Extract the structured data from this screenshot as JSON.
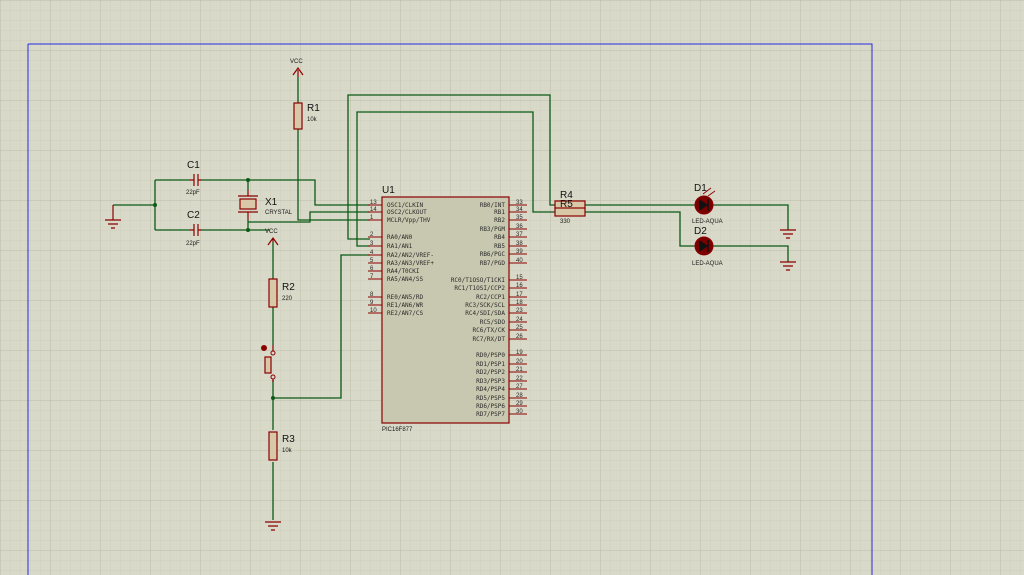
{
  "components": {
    "vcc_top": {
      "label": "VCC"
    },
    "vcc_mid": {
      "label": "VCC"
    },
    "r1": {
      "ref": "R1",
      "value": "10k"
    },
    "r2": {
      "ref": "R2",
      "value": "220"
    },
    "r3": {
      "ref": "R3",
      "value": "10k"
    },
    "r4": {
      "ref": "R4"
    },
    "r5": {
      "ref": "R5",
      "value": "330"
    },
    "c1": {
      "ref": "C1",
      "value": "22pF"
    },
    "c2": {
      "ref": "C2",
      "value": "22pF"
    },
    "x1": {
      "ref": "X1",
      "value": "CRYSTAL"
    },
    "d1": {
      "ref": "D1",
      "value": "LED-AQUA"
    },
    "d2": {
      "ref": "D2",
      "value": "LED-AQUA"
    },
    "u1": {
      "ref": "U1",
      "part": "PIC16F877"
    }
  },
  "u1_left_pins": [
    {
      "num": "13",
      "name": "OSC1/CLKIN"
    },
    {
      "num": "14",
      "name": "OSC2/CLKOUT"
    },
    {
      "num": "1",
      "name": "MCLR/Vpp/THV"
    },
    {
      "num": "2",
      "name": "RA0/AN0"
    },
    {
      "num": "3",
      "name": "RA1/AN1"
    },
    {
      "num": "4",
      "name": "RA2/AN2/VREF-"
    },
    {
      "num": "5",
      "name": "RA3/AN3/VREF+"
    },
    {
      "num": "6",
      "name": "RA4/T0CKI"
    },
    {
      "num": "7",
      "name": "RA5/AN4/SS"
    },
    {
      "num": "8",
      "name": "RE0/AN5/RD"
    },
    {
      "num": "9",
      "name": "RE1/AN6/WR"
    },
    {
      "num": "10",
      "name": "RE2/AN7/CS"
    }
  ],
  "u1_right_pins": [
    {
      "num": "33",
      "name": "RB0/INT"
    },
    {
      "num": "34",
      "name": "RB1"
    },
    {
      "num": "35",
      "name": "RB2"
    },
    {
      "num": "36",
      "name": "RB3/PGM"
    },
    {
      "num": "37",
      "name": "RB4"
    },
    {
      "num": "38",
      "name": "RB5"
    },
    {
      "num": "39",
      "name": "RB6/PGC"
    },
    {
      "num": "40",
      "name": "RB7/PGD"
    },
    {
      "num": "15",
      "name": "RC0/T1OSO/T1CKI"
    },
    {
      "num": "16",
      "name": "RC1/T1OSI/CCP2"
    },
    {
      "num": "17",
      "name": "RC2/CCP1"
    },
    {
      "num": "18",
      "name": "RC3/SCK/SCL"
    },
    {
      "num": "23",
      "name": "RC4/SDI/SDA"
    },
    {
      "num": "24",
      "name": "RC5/SDO"
    },
    {
      "num": "25",
      "name": "RC6/TX/CK"
    },
    {
      "num": "26",
      "name": "RC7/RX/DT"
    },
    {
      "num": "19",
      "name": "RD0/PSP0"
    },
    {
      "num": "20",
      "name": "RD1/PSP1"
    },
    {
      "num": "21",
      "name": "RD2/PSP2"
    },
    {
      "num": "22",
      "name": "RD3/PSP3"
    },
    {
      "num": "27",
      "name": "RD4/PSP4"
    },
    {
      "num": "28",
      "name": "RD5/PSP5"
    },
    {
      "num": "29",
      "name": "RD6/PSP6"
    },
    {
      "num": "30",
      "name": "RD7/PSP7"
    }
  ],
  "colors": {
    "background": "#d9d9c9",
    "grid_minor": "#c6c6b4",
    "grid_major": "#b4b4a0",
    "wire": "#0c5a16",
    "component": "#8b0000",
    "ic_body": "#c8c8b0",
    "sheet_border": "#2a2ae0"
  }
}
